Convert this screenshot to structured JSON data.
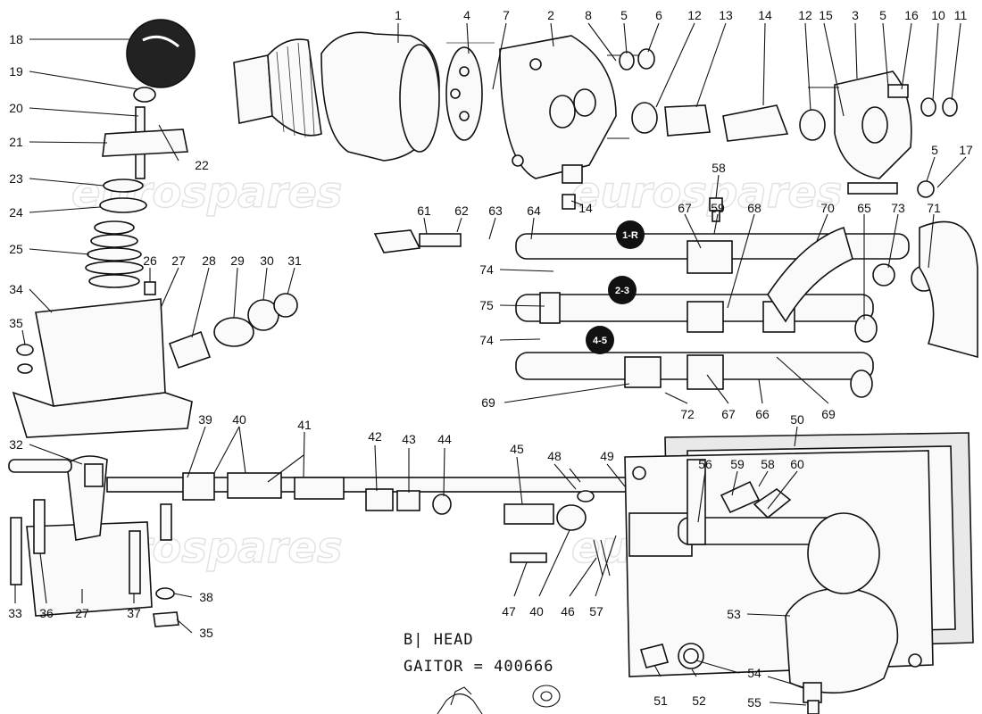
{
  "watermark": {
    "text": "eurospares"
  },
  "badges": [
    {
      "label": "1-R"
    },
    {
      "label": "2-3"
    },
    {
      "label": "4-5"
    }
  ],
  "note": {
    "line1": "B| HEAD",
    "line2": "GAITOR = 400666"
  },
  "callouts": [
    "1",
    "4",
    "7",
    "2",
    "8",
    "5",
    "6",
    "12",
    "13",
    "14",
    "12",
    "15",
    "3",
    "5",
    "16",
    "10",
    "11",
    "18",
    "19",
    "20",
    "21",
    "22",
    "23",
    "24",
    "25",
    "26",
    "27",
    "28",
    "29",
    "30",
    "31",
    "34",
    "35",
    "5",
    "17",
    "58",
    "59",
    "68",
    "70",
    "65",
    "73",
    "71",
    "14",
    "61",
    "62",
    "63",
    "64",
    "67",
    "74",
    "75",
    "74",
    "69",
    "72",
    "67",
    "66",
    "69",
    "50",
    "32",
    "39",
    "40",
    "41",
    "42",
    "43",
    "44",
    "45",
    "48",
    "49",
    "56",
    "59",
    "58",
    "60",
    "33",
    "36",
    "27",
    "37",
    "38",
    "35",
    "47",
    "40",
    "46",
    "57",
    "53",
    "51",
    "52",
    "54",
    "55"
  ]
}
